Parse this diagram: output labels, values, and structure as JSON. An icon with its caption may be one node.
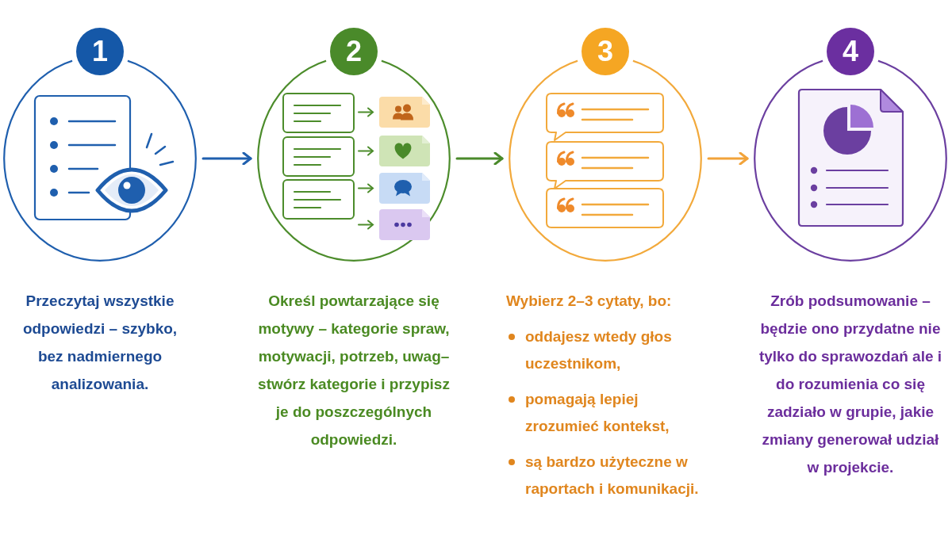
{
  "diagram": {
    "nodes": [
      {
        "text": [
          "1"
        ],
        "beside": [
          "Przeczytaj wszystkie odpowiedzi – szybko, bez nadmiernego analizowania."
        ]
      },
      {
        "text": [
          "2"
        ],
        "beside": [
          "Określ powtarzające się motywy – kategorie spraw, motywacji, potrzeb, uwag– stwórz kategorie i przypisz je do poszczególnych odpowiedzi."
        ]
      },
      {
        "text": [
          "3"
        ],
        "beside": [
          "Wybierz 2–3 cytaty, bo:",
          "oddajesz wtedy głos uczestnikom,",
          "pomagają lepiej zrozumieć kontekst,",
          "są bardzo użyteczne w raportach i komunikacji."
        ]
      },
      {
        "text": [
          "4"
        ],
        "beside": [
          "Zrób podsumowanie – będzie ono przydatne nie tylko do sprawozdań ale i do rozumienia co się zadziało w grupie, jakie zmiany generował udział w projekcie."
        ]
      }
    ],
    "edges": [
      {
        "from": 0,
        "to": 1,
        "arrow": "to",
        "color": "#1f5fae"
      },
      {
        "from": 1,
        "to": 2,
        "arrow": "to",
        "color": "#4a8a2a"
      },
      {
        "from": 2,
        "to": 3,
        "arrow": "to",
        "color": "#f2a33a"
      }
    ]
  }
}
